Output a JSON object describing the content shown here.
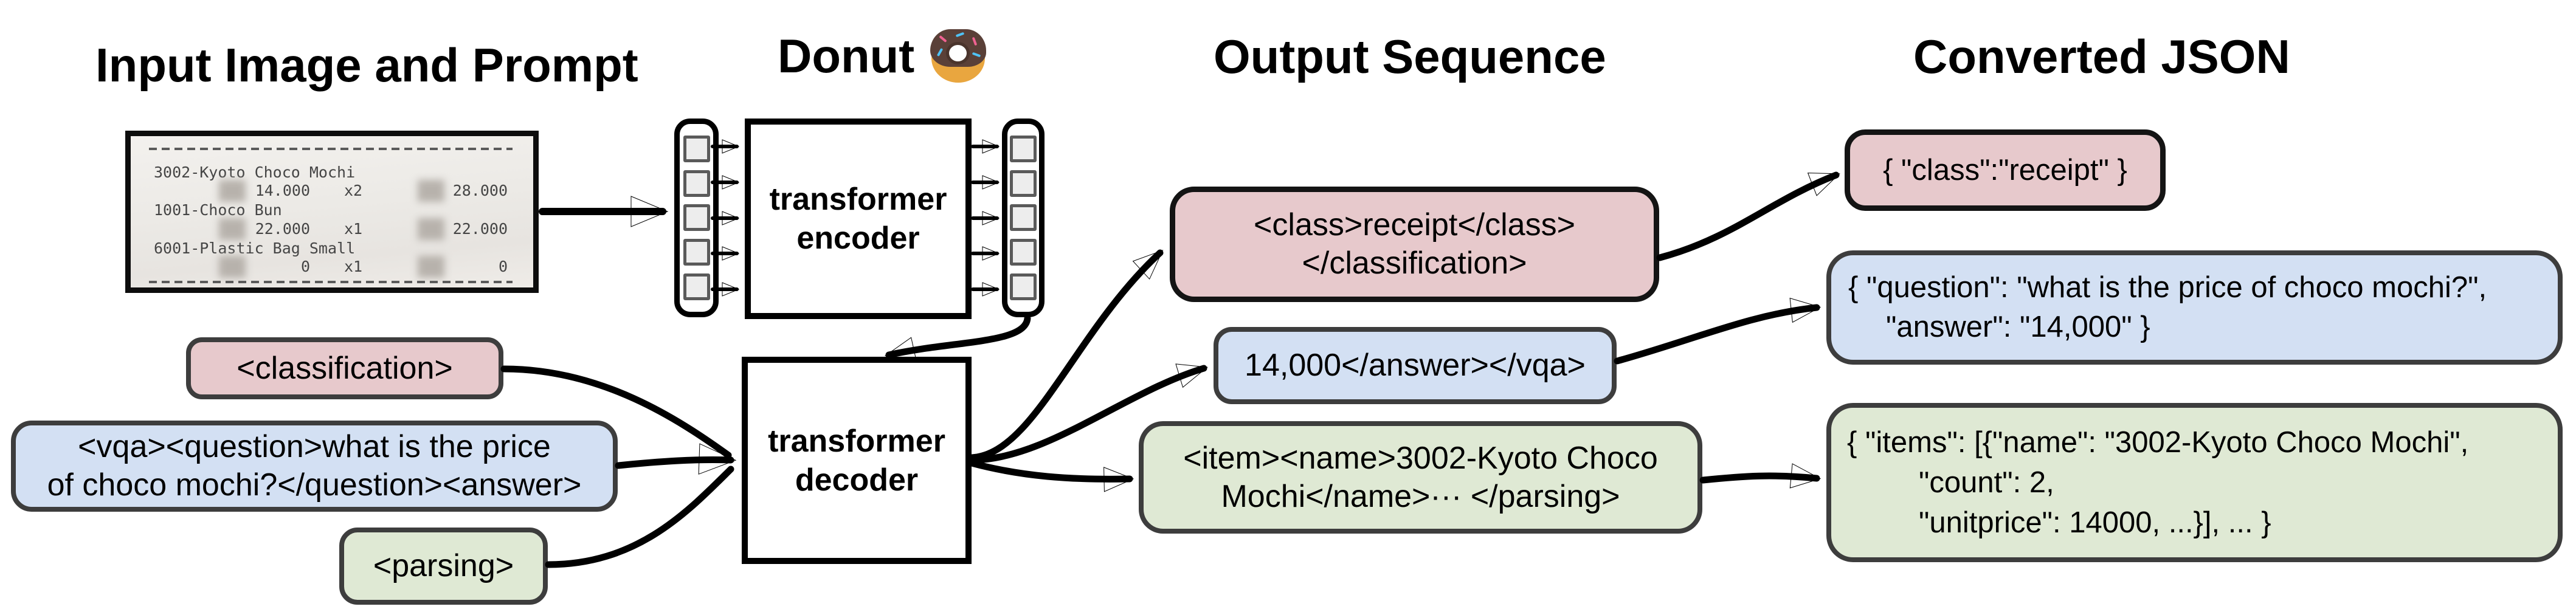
{
  "titles": {
    "input": "Input Image and Prompt",
    "model": "Donut",
    "output": "Output Sequence",
    "converted": "Converted JSON"
  },
  "model_icon": "donut-emoji",
  "receipt": {
    "items": [
      {
        "name": "3002-Kyoto Choco Mochi",
        "unit_price": "14.000",
        "qty": "x2",
        "total": "28.000"
      },
      {
        "name": "1001-Choco Bun",
        "unit_price": "22.000",
        "qty": "x1",
        "total": "22.000"
      },
      {
        "name": "6001-Plastic Bag Small",
        "unit_price": "0",
        "qty": "x1",
        "total": "0"
      }
    ]
  },
  "encoder": {
    "line1": "transformer",
    "line2": "encoder"
  },
  "decoder": {
    "line1": "transformer",
    "line2": "decoder"
  },
  "prompts": {
    "classification": {
      "text": "<classification>"
    },
    "vqa": {
      "line1": "<vqa><question>what is the price",
      "line2": "of choco mochi?</question><answer>"
    },
    "parsing": {
      "text": "<parsing>"
    }
  },
  "outputs": {
    "classification": {
      "line1": "<class>receipt</class>",
      "line2": "</classification>"
    },
    "vqa": {
      "text": "14,000</answer></vqa>"
    },
    "parsing": {
      "line1": "<item><name>3002-Kyoto Choco",
      "line2": "Mochi</name>··· </parsing>"
    }
  },
  "converted_json": {
    "classification": {
      "line1": "{ \"class\":\"receipt\" }"
    },
    "vqa": {
      "line1": "{ \"question\": \"what is the price of choco mochi?\",",
      "line2": "\"answer\": \"14,000\" }"
    },
    "parsing": {
      "line1": "{ \"items\": [{\"name\": \"3002-Kyoto Choco Mochi\",",
      "line2": "\"count\": 2,",
      "line3": "\"unitprice\": 14000, ...}], ... }"
    }
  },
  "colors": {
    "classification_fill": "#e7c9cc",
    "vqa_fill": "#d3e0f3",
    "parsing_fill": "#dfe9d4",
    "box_border": "#3d3d3d",
    "arrow": "#000000"
  }
}
